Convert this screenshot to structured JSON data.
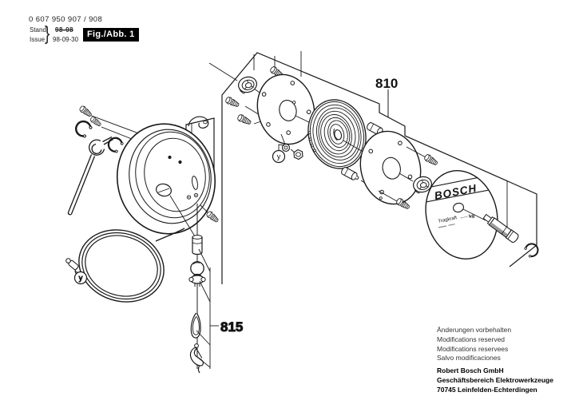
{
  "header": {
    "part_number": "0 607 950 907 / 908",
    "stand_label": "Stand",
    "issue_label": "Issue",
    "superseded_date": "98-08",
    "issue_date": "98-09-30",
    "brace": "}",
    "figure_label": "Fig./Abb. 1"
  },
  "diagram": {
    "label_810": "810",
    "label_815": "815",
    "callout_y_upper": "y",
    "callout_y_lower": "y",
    "disc": {
      "brand": "BOSCH",
      "capacity_label": "Tragkraft",
      "capacity_unit": "kg"
    }
  },
  "footer": {
    "notices": [
      "Änderungen vorbehalten",
      "Modifications reserved",
      "Modifications reservees",
      "Salvo modificaciones"
    ],
    "company": [
      "Robert Bosch GmbH",
      "Geschäftsbereich Elektrowerkzeuge",
      "70745 Leinfelden-Echterdingen"
    ]
  }
}
